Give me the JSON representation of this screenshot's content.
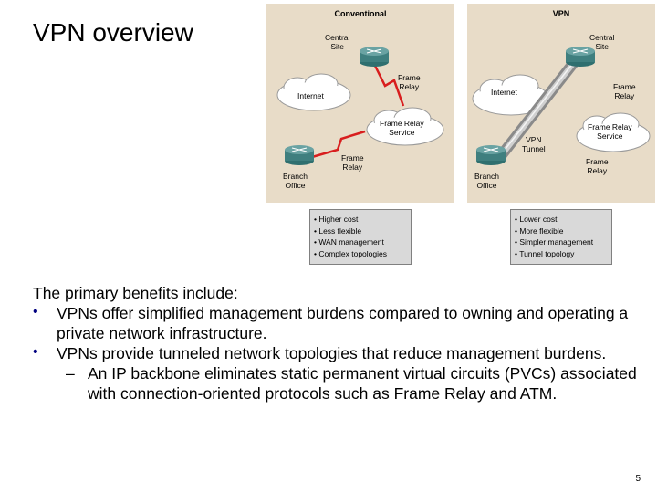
{
  "slide": {
    "title": "VPN overview",
    "page_number": "5"
  },
  "diagram": {
    "conventional": {
      "title": "Conventional",
      "labels": {
        "central_site": "Central\nSite",
        "internet": "Internet",
        "frame_relay_top": "Frame\nRelay",
        "frame_relay_service": "Frame Relay\nService",
        "frame_relay_bottom": "Frame\nRelay",
        "branch_office": "Branch\nOffice"
      }
    },
    "vpn": {
      "title": "VPN",
      "labels": {
        "central_site": "Central\nSite",
        "internet": "Internet",
        "frame_relay_top": "Frame\nRelay",
        "frame_relay_service": "Frame Relay\nService",
        "vpn_tunnel": "VPN\nTunnel",
        "frame_relay_bottom": "Frame\nRelay",
        "branch_office": "Branch\nOffice"
      }
    },
    "conventional_traits": [
      "Higher cost",
      "Less flexible",
      "WAN management",
      "Complex topologies"
    ],
    "vpn_traits": [
      "Lower cost",
      "More flexible",
      "Simpler management",
      "Tunnel topology"
    ]
  },
  "body": {
    "intro": "The primary benefits include:",
    "bullets": [
      "VPNs offer simplified management burdens compared to owning and operating a private network infrastructure.",
      "VPNs provide tunneled network topologies that reduce management burdens."
    ],
    "sub_bullet": "An IP backbone eliminates static permanent virtual circuits (PVCs) associated with connection-oriented protocols such as Frame Relay and ATM."
  },
  "colors": {
    "panel_bg": "#e8dcc8",
    "router": "#3f7f7f",
    "bolt": "#d81e1e",
    "box_bg": "#d9d9d9",
    "bullet": "#000080"
  },
  "icons": [
    "router-icon",
    "cloud-icon",
    "lightning-bolt-icon",
    "tunnel-tube-icon"
  ]
}
